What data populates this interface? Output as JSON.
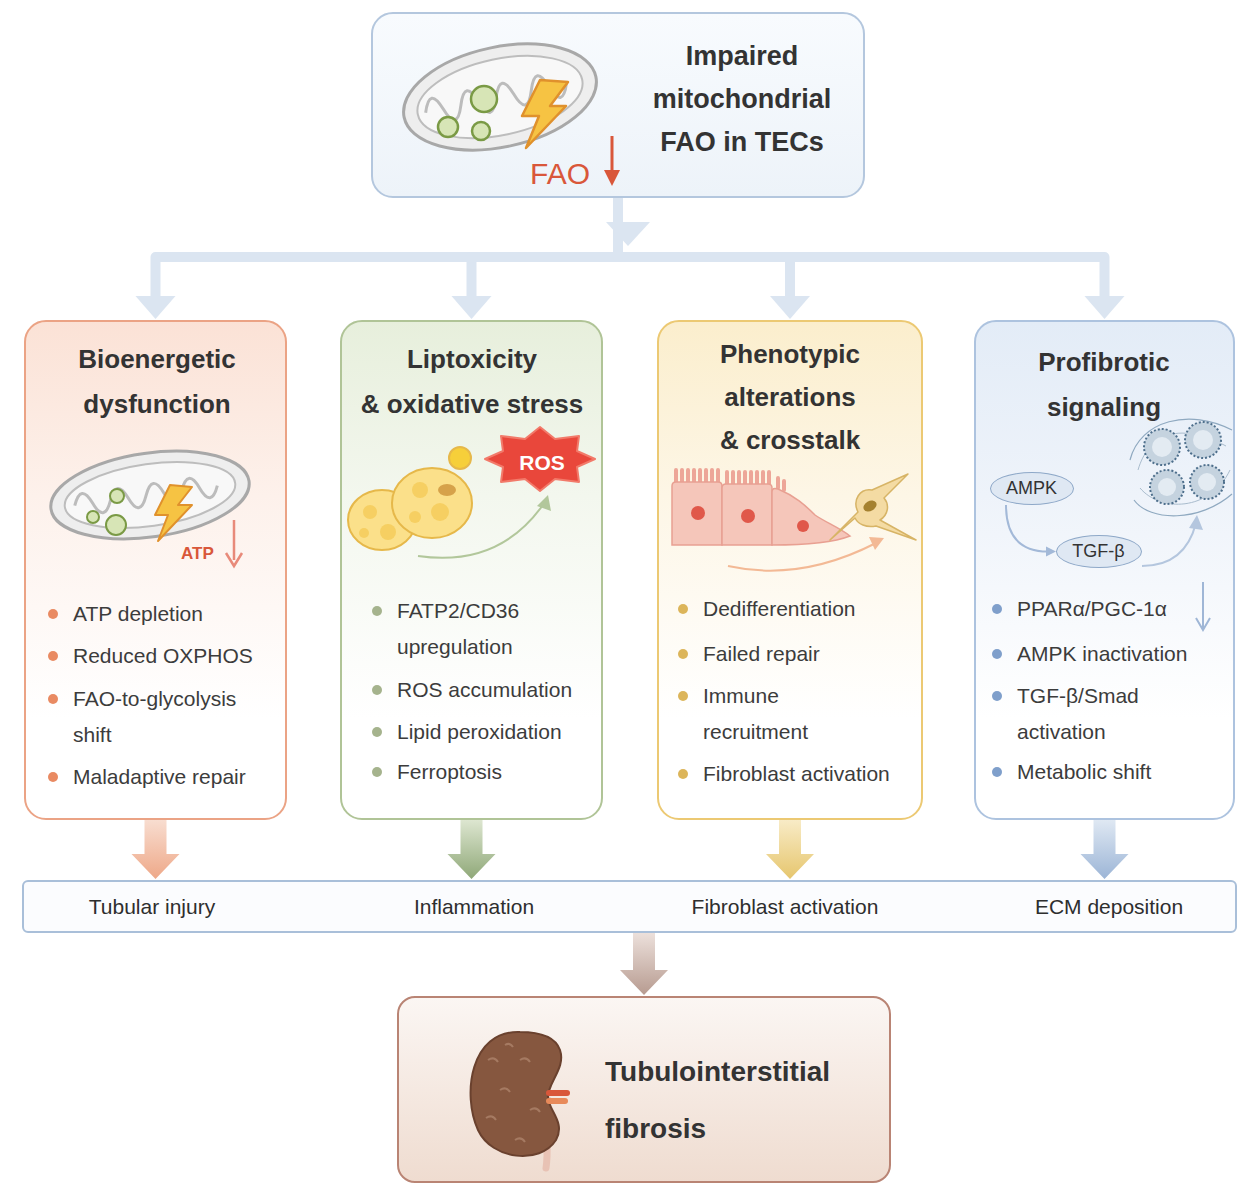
{
  "diagram": {
    "nodes": [
      {
        "text": [
          "Impaired mitochondrial FAO in TECs",
          "FAO"
        ]
      },
      {
        "text": [
          "Bioenergetic dysfunction",
          "ATP",
          "ATP depletion",
          "Reduced OXPHOS",
          "FAO-to-glycolysis shift",
          "Maladaptive repair"
        ]
      },
      {
        "text": [
          "Liptoxicity & oxidative stress",
          "ROS",
          "FATP2/CD36 upregulation",
          "ROS accumulation",
          "Lipid peroxidation",
          "Ferroptosis"
        ]
      },
      {
        "text": [
          "Phenotypic alterations & crosstalk",
          "Dedifferentiation",
          "Failed repair",
          "Immune recruitment",
          "Fibroblast activation"
        ]
      },
      {
        "text": [
          "Profibrotic signaling",
          "PPARα/PGC-1α",
          "AMPK inactivation",
          "TGF-β/Smad activation",
          "Metabolic shift"
        ]
      },
      {
        "text": [
          "AMPK"
        ],
        "in": 4
      },
      {
        "text": [
          "TGF-β"
        ],
        "in": 4
      },
      {
        "text": [
          "Tubular injury",
          "Inflammation",
          "Fibroblast activation",
          "ECM deposition"
        ]
      },
      {
        "text": [
          "Tubulointerstitial fibrosis"
        ]
      }
    ],
    "edges": [
      {
        "from": 0,
        "to": 1,
        "arrow": "to"
      },
      {
        "from": 0,
        "to": 2,
        "arrow": "to"
      },
      {
        "from": 0,
        "to": 3,
        "arrow": "to"
      },
      {
        "from": 0,
        "to": 4,
        "arrow": "to"
      },
      {
        "from": 1,
        "to": 7,
        "arrow": "to"
      },
      {
        "from": 2,
        "to": 7,
        "arrow": "to"
      },
      {
        "from": 3,
        "to": 7,
        "arrow": "to"
      },
      {
        "from": 4,
        "to": 7,
        "arrow": "to"
      },
      {
        "from": 7,
        "to": 8,
        "arrow": "to"
      },
      {
        "from": 5,
        "to": 6,
        "arrow": "to"
      }
    ]
  }
}
